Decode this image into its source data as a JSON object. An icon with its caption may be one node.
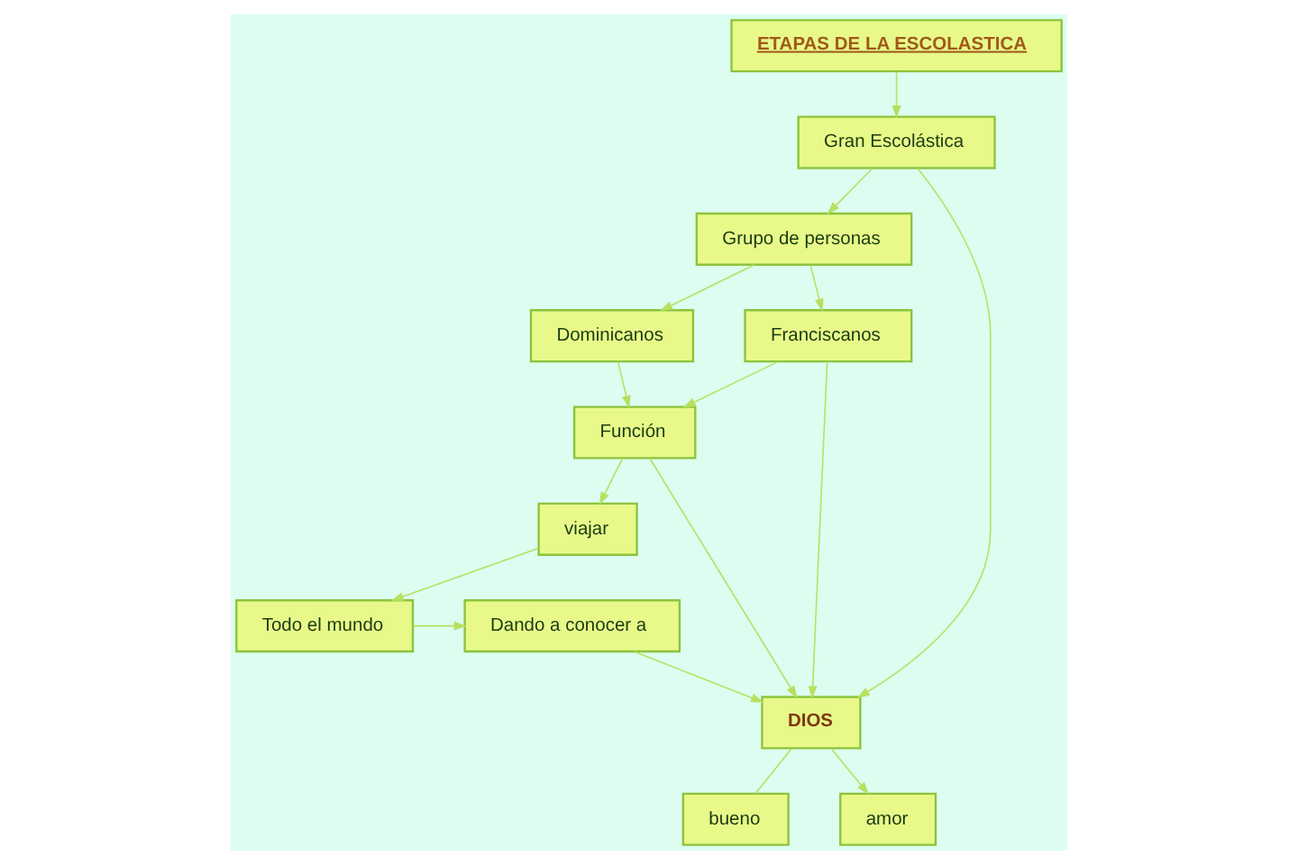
{
  "diagram": {
    "nodes": [
      {
        "text": [
          "ETAPAS DE LA ESCOLASTICA"
        ]
      },
      {
        "text": [
          "Gran Escolástica"
        ]
      },
      {
        "text": [
          "Grupo de personas"
        ]
      },
      {
        "text": [
          "Dominicanos"
        ]
      },
      {
        "text": [
          "Franciscanos"
        ]
      },
      {
        "text": [
          "Función"
        ]
      },
      {
        "text": [
          "viajar"
        ]
      },
      {
        "text": [
          "DIOS"
        ]
      },
      {
        "text": [
          "bueno"
        ]
      },
      {
        "text": [
          "amor"
        ]
      },
      {
        "text": [
          "Todo el mundo"
        ]
      },
      {
        "text": [
          "Dando a conocer a"
        ]
      }
    ],
    "edges": [
      {
        "from": 0,
        "to": 1,
        "arrow": "to"
      },
      {
        "from": 1,
        "to": 2,
        "arrow": "to"
      },
      {
        "from": 2,
        "to": 3,
        "arrow": "to"
      },
      {
        "from": 2,
        "to": 4,
        "arrow": "to"
      },
      {
        "from": 3,
        "to": 5,
        "arrow": "to"
      },
      {
        "from": 4,
        "to": 5,
        "arrow": "to"
      },
      {
        "from": 1,
        "to": 7,
        "arrow": "to"
      },
      {
        "from": 4,
        "to": 7,
        "arrow": "to"
      },
      {
        "from": 5,
        "to": 7,
        "arrow": "to"
      },
      {
        "from": 5,
        "to": 6,
        "arrow": "to"
      },
      {
        "from": 6,
        "to": 10,
        "arrow": "to"
      },
      {
        "from": 10,
        "to": 11,
        "arrow": "to"
      },
      {
        "from": 11,
        "to": 7,
        "arrow": "to"
      },
      {
        "from": 7,
        "to": 8,
        "arrow": "none"
      },
      {
        "from": 7,
        "to": 9,
        "arrow": "to"
      }
    ]
  }
}
